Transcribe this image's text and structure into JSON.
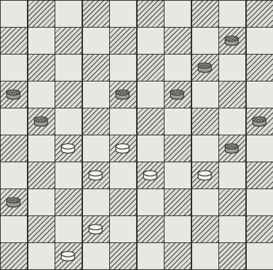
{
  "board": {
    "rows": 10,
    "cols": 10,
    "top_left_dark": false,
    "colors": {
      "light_square": "#e8e8e3",
      "dark_square": "#dcdcd6",
      "hatch": "#3b3b3b",
      "ink": "#2f2f2f",
      "piece_light_fill": "#f2f2ee",
      "piece_dark_fill": "#9a9a96"
    }
  },
  "pieces": [
    {
      "row": 1,
      "col": 8,
      "kind": "dark",
      "icon": "dark-checker-icon"
    },
    {
      "row": 2,
      "col": 7,
      "kind": "dark",
      "icon": "dark-checker-icon"
    },
    {
      "row": 3,
      "col": 0,
      "kind": "dark",
      "icon": "dark-checker-icon"
    },
    {
      "row": 3,
      "col": 4,
      "kind": "dark",
      "icon": "dark-checker-icon"
    },
    {
      "row": 3,
      "col": 6,
      "kind": "dark",
      "icon": "dark-checker-icon"
    },
    {
      "row": 4,
      "col": 1,
      "kind": "dark",
      "icon": "dark-checker-icon"
    },
    {
      "row": 4,
      "col": 9,
      "kind": "dark",
      "icon": "dark-checker-icon"
    },
    {
      "row": 5,
      "col": 2,
      "kind": "light",
      "icon": "light-checker-icon"
    },
    {
      "row": 5,
      "col": 4,
      "kind": "light",
      "icon": "light-checker-icon"
    },
    {
      "row": 5,
      "col": 8,
      "kind": "dark",
      "icon": "dark-checker-icon"
    },
    {
      "row": 6,
      "col": 3,
      "kind": "light",
      "icon": "light-checker-icon"
    },
    {
      "row": 6,
      "col": 5,
      "kind": "light",
      "icon": "light-checker-icon"
    },
    {
      "row": 6,
      "col": 7,
      "kind": "light",
      "icon": "light-checker-icon"
    },
    {
      "row": 7,
      "col": 0,
      "kind": "dark",
      "icon": "dark-checker-icon"
    },
    {
      "row": 8,
      "col": 3,
      "kind": "light",
      "icon": "light-checker-icon"
    },
    {
      "row": 9,
      "col": 2,
      "kind": "light",
      "icon": "light-checker-icon"
    }
  ]
}
